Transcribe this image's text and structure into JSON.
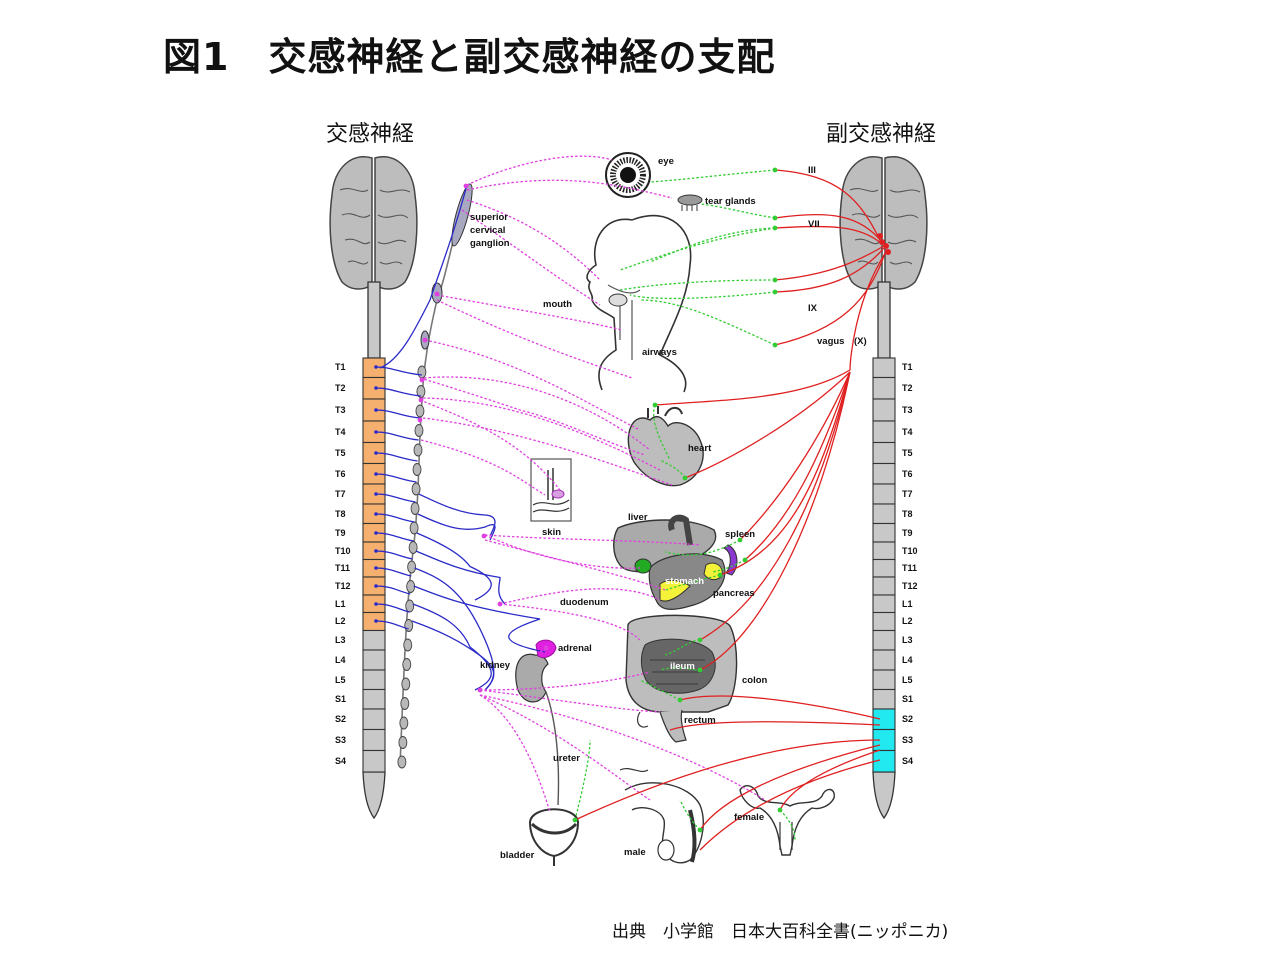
{
  "title": "図1　交感神経と副交感神経の支配",
  "headings": {
    "sympathetic": "交感神経",
    "parasympathetic": "副交感神経"
  },
  "source": "出典　小学館　日本大百科全書(ニッポニカ)",
  "segments": [
    "T1",
    "T2",
    "T3",
    "T4",
    "T5",
    "T6",
    "T7",
    "T8",
    "T9",
    "T10",
    "T11",
    "T12",
    "L1",
    "L2",
    "L3",
    "L4",
    "L5",
    "S1",
    "S2",
    "S3",
    "S4"
  ],
  "cranial_nerves": {
    "III": "III",
    "VII": "VII",
    "IX": "IX",
    "vagus": "vagus　(X)"
  },
  "labels": {
    "eye": "eye",
    "tear_glands": "tear glands",
    "ganglion": [
      "superior",
      "cervical",
      "ganglion"
    ],
    "mouth": "mouth",
    "airways": "airways",
    "heart": "heart",
    "skin": "skin",
    "liver": "liver",
    "spleen": "spleen",
    "stomach": "stomach",
    "pancreas": "pancreas",
    "duodenum": "duodenum",
    "adrenal": "adrenal",
    "kidney": "kidney",
    "ileum": "ileum",
    "colon": "colon",
    "rectum": "rectum",
    "ureter": "ureter",
    "bladder": "bladder",
    "male": "male",
    "female": "female"
  },
  "colors": {
    "sympathetic_fiber": "#2a2ac8",
    "postganglionic": "#e040e0",
    "parasympathetic_fiber": "#e02020",
    "parasympathetic_post": "#33cc33",
    "thoracolumbar_highlight": "#f5b070",
    "sacral_highlight": "#22e8f0",
    "spine": "#c8c8c8"
  }
}
